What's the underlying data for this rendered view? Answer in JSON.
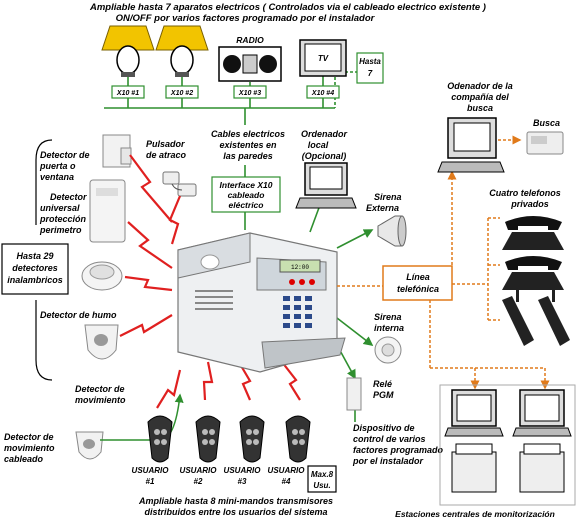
{
  "header": {
    "line1": "Ampliable hasta 7 aparatos electricos ( Controlados via el cableado electrico existente )",
    "line2": "ON/OFF por varios factores programado por el instalador"
  },
  "appliances": {
    "radio_label": "RADIO",
    "tv_label": "TV",
    "hasta7_line1": "Hasta",
    "hasta7_line2": "7",
    "x10": [
      "X10 #1",
      "X10 #2",
      "X10 #3",
      "X10 #4"
    ]
  },
  "cables": {
    "line1": "Cables electricos",
    "line2": "existentes en",
    "line3": "las paredes"
  },
  "interface_x10": {
    "line1": "Interface X10",
    "line2": "cableado",
    "line3": "eléctrico"
  },
  "local_pc": {
    "line1": "Ordenador",
    "line2": "local",
    "line3": "(Opcional)"
  },
  "left_box": {
    "line1": "Hasta 29",
    "line2": "detectores",
    "line3": "inalambricos"
  },
  "detectors": {
    "door": [
      "Detector de",
      "puerta o",
      "ventana"
    ],
    "panic": [
      "Pulsador",
      "de atraco"
    ],
    "universal": [
      "Detector",
      "universal",
      "protección",
      "perimetro"
    ],
    "smoke": "Detector de humo",
    "motion": [
      "Detector de",
      "movimiento"
    ],
    "wired_motion": [
      "Detector de",
      "movimiento",
      "cableado"
    ]
  },
  "sirens": {
    "external": [
      "Sirena",
      "Externa"
    ],
    "internal": [
      "Sirena",
      "interna"
    ]
  },
  "relay": [
    "Relé",
    "PGM"
  ],
  "device_control": [
    "Dispositivo de",
    "control de varios",
    "factores programado",
    "por el instalador"
  ],
  "phone_line": {
    "line1": "Línea",
    "line2": "telefónica"
  },
  "pager_company": [
    "Odenador de la",
    "compañía del",
    "busca"
  ],
  "pager": "Busca",
  "phones": [
    "Cuatro telefonos",
    "privados"
  ],
  "users": [
    "USUARIO",
    "USUARIO",
    "USUARIO",
    "USUARIO"
  ],
  "user_numbers": [
    "#1",
    "#2",
    "#3",
    "#4"
  ],
  "max_users": [
    "Max.8",
    "Usu."
  ],
  "remotes_caption": [
    "Ampliable hasta 8 mini-mandos transmisores",
    "distribuidos entre los usuarios del sistema"
  ],
  "monitoring": "Estaciones centrales de monitorización",
  "panel_display": "12:00",
  "colors": {
    "green": "#2f8f2f",
    "orange": "#e07a1a",
    "red": "#e02020"
  }
}
